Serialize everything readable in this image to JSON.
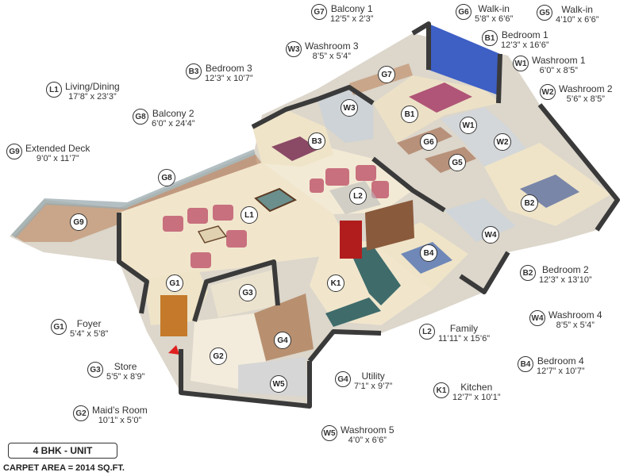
{
  "unit_type": "4 BHK - UNIT",
  "carpet_area": "CARPET AREA = 2014 SQ.FT.",
  "colors": {
    "wall": "#3a3a3a",
    "floor": "#f1e6cc",
    "wood_floor": "#b8917a",
    "deck": "#c9a68a",
    "bedroom_wall": "#e3dfd6",
    "accent_wall": "#3e5fc4",
    "sofa": "#c8707e",
    "fridge": "#b11d1d",
    "glass": "#9aa9ad"
  },
  "legend": {
    "G7": {
      "code": "G7",
      "name": "Balcony 1",
      "dim": "12’5” x 2’3”"
    },
    "G6": {
      "code": "G6",
      "name": "Walk-in",
      "dim": "5’8” x 6’6”"
    },
    "G5": {
      "code": "G5",
      "name": "Walk-in",
      "dim": "4’10” x 6’6”"
    },
    "B1": {
      "code": "B1",
      "name": "Bedroom 1",
      "dim": "12’3” x 16’6”"
    },
    "W3": {
      "code": "W3",
      "name": "Washroom 3",
      "dim": "8’5” x 5’4”"
    },
    "W1": {
      "code": "W1",
      "name": "Washroom 1",
      "dim": "6’0” x 8’5”"
    },
    "B3": {
      "code": "B3",
      "name": "Bedroom 3",
      "dim": "12’3” x 10’7”"
    },
    "W2": {
      "code": "W2",
      "name": "Washroom 2",
      "dim": "5’6” x 8’5”"
    },
    "L1": {
      "code": "L1",
      "name": "Living/Dining",
      "dim": "17’8” x 23’3”"
    },
    "G8": {
      "code": "G8",
      "name": "Balcony 2",
      "dim": "6’0” x 24’4”"
    },
    "G9": {
      "code": "G9",
      "name": "Extended Deck",
      "dim": "9’0” x 11’7”"
    },
    "B2": {
      "code": "B2",
      "name": "Bedroom 2",
      "dim": "12’3” x 13’10”"
    },
    "W4": {
      "code": "W4",
      "name": "Washroom 4",
      "dim": "8’5” x 5’4”"
    },
    "G1": {
      "code": "G1",
      "name": "Foyer",
      "dim": "5’4” x 5’8”"
    },
    "L2": {
      "code": "L2",
      "name": "Family",
      "dim": "11’11” x 15’6”"
    },
    "B4": {
      "code": "B4",
      "name": "Bedroom 4",
      "dim": "12’7” x 10’7”"
    },
    "G3": {
      "code": "G3",
      "name": "Store",
      "dim": "5’5” x 8’9”"
    },
    "G4": {
      "code": "G4",
      "name": "Utility",
      "dim": "7’1” x 9’7”"
    },
    "K1": {
      "code": "K1",
      "name": "Kitchen",
      "dim": "12’7” x 10’1”"
    },
    "G2": {
      "code": "G2",
      "name": "Maid’s Room",
      "dim": "10’1” x 5’0”"
    },
    "W5": {
      "code": "W5",
      "name": "Washroom 5",
      "dim": "4’0” x 6’6”"
    }
  },
  "badges": {
    "G7": "G7",
    "W3": "W3",
    "B1": "B1",
    "G6": "G6",
    "W1": "W1",
    "W2": "W2",
    "G5": "G5",
    "B3": "B3",
    "G8": "G8",
    "L2": "L2",
    "L1": "L1",
    "B2": "B2",
    "G9": "G9",
    "W4": "W4",
    "B4": "B4",
    "G1": "G1",
    "K1": "K1",
    "G3": "G3",
    "G4": "G4",
    "G2": "G2",
    "W5": "W5"
  }
}
